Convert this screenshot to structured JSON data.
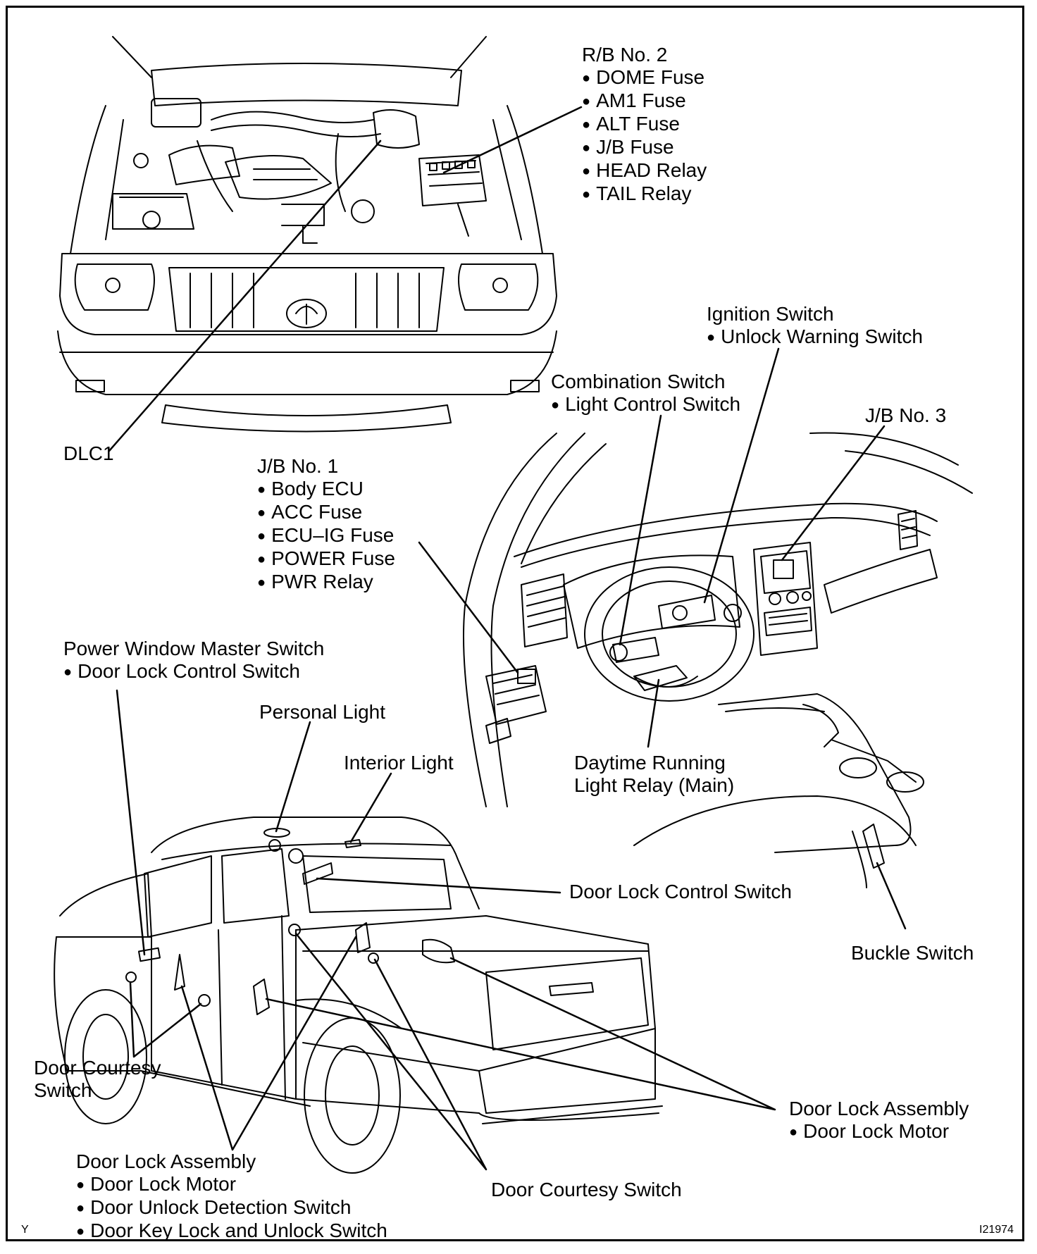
{
  "corner_mark": "Y",
  "figure_id": "I21974",
  "labels": {
    "rb2": {
      "title": "R/B No. 2",
      "items": [
        "DOME Fuse",
        "AM1 Fuse",
        "ALT Fuse",
        "J/B Fuse",
        "HEAD Relay",
        "TAIL Relay"
      ]
    },
    "dlc1": {
      "title": "DLC1"
    },
    "ignition": {
      "title": "Ignition Switch",
      "items": [
        "Unlock Warning Switch"
      ]
    },
    "combination": {
      "title": "Combination Switch",
      "items": [
        "Light Control Switch"
      ]
    },
    "jb3": {
      "title": "J/B No. 3"
    },
    "jb1": {
      "title": "J/B No. 1",
      "items": [
        "Body ECU",
        "ACC Fuse",
        "ECU–IG Fuse",
        "POWER Fuse",
        "PWR Relay"
      ]
    },
    "pwms": {
      "title": "Power Window Master Switch",
      "items": [
        "Door Lock Control Switch"
      ]
    },
    "personal": {
      "title": "Personal Light"
    },
    "interior": {
      "title": "Interior Light"
    },
    "drl": {
      "lines": [
        "Daytime Running",
        "Light Relay (Main)"
      ]
    },
    "dlcs": {
      "title": "Door Lock Control Switch"
    },
    "buckle": {
      "title": "Buckle Switch"
    },
    "courtesy_left": {
      "lines": [
        "Door Courtesy",
        "Switch"
      ]
    },
    "dla_right": {
      "title": "Door Lock Assembly",
      "items": [
        "Door Lock Motor"
      ]
    },
    "courtesy_bottom": {
      "title": "Door Courtesy Switch"
    },
    "dla_left": {
      "title": "Door Lock Assembly",
      "items": [
        "Door Lock Motor",
        "Door Unlock Detection Switch",
        "Door Key Lock and Unlock Switch"
      ]
    }
  }
}
